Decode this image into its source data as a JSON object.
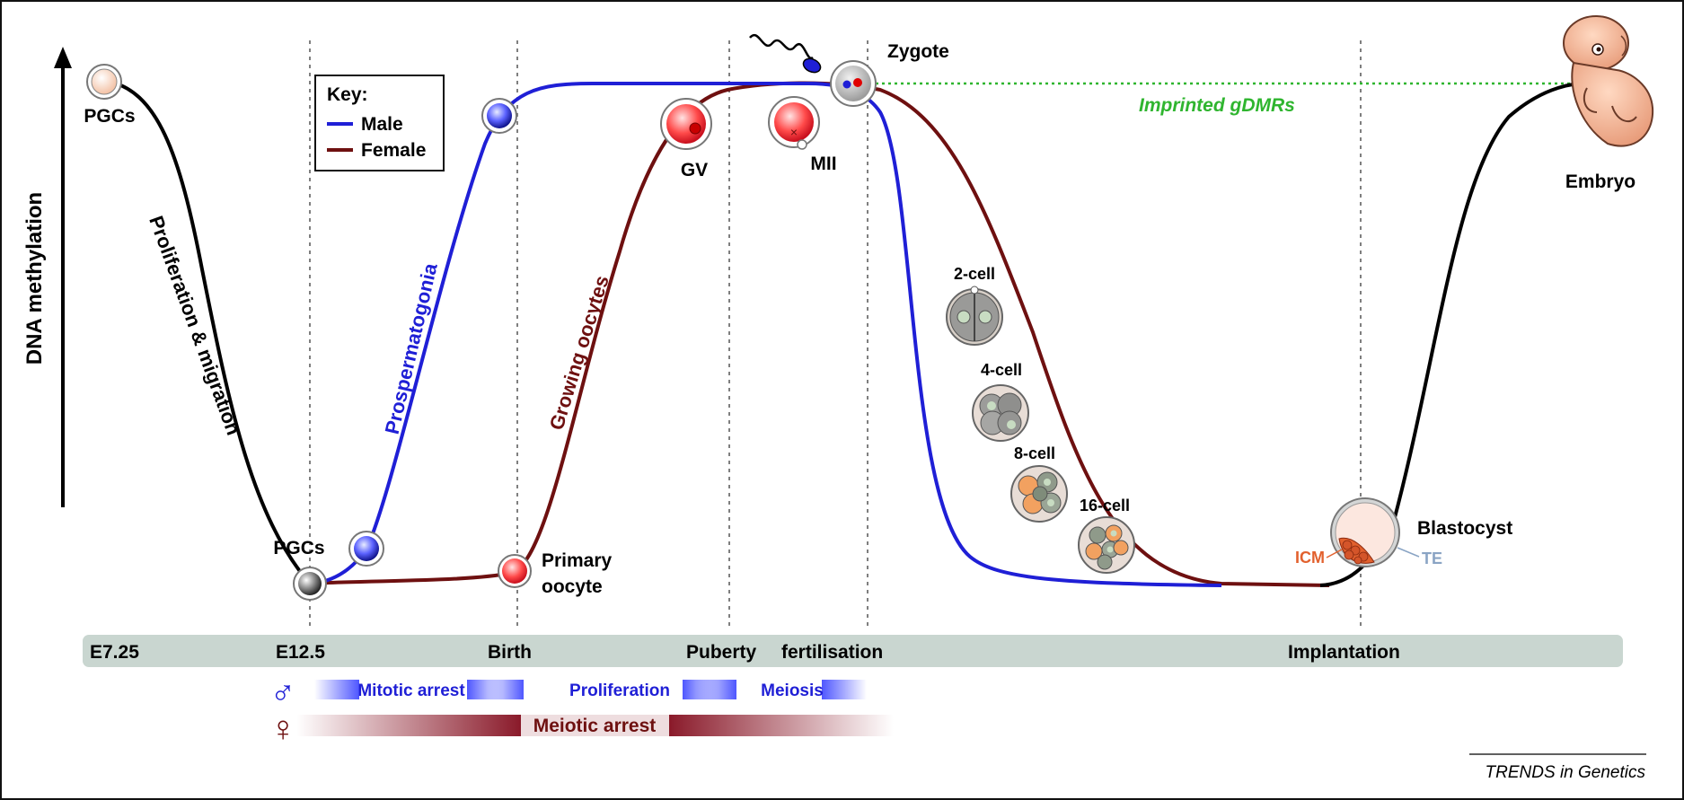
{
  "y_axis_label": "DNA methylation",
  "timeline": [
    "E7.25",
    "E12.5",
    "Birth",
    "Puberty",
    "fertilisation",
    "Implantation"
  ],
  "key": {
    "title": "Key:",
    "male": "Male",
    "female": "Female"
  },
  "colors": {
    "male": "#1f1fd6",
    "female": "#6e1010",
    "common": "#000000",
    "imprint": "#2fb52f",
    "timeline_bar": "#c9d6d0"
  },
  "cells": {
    "pgcs_start": "PGCs",
    "pgcs_mid": "PGCs",
    "primary_oocyte": "Primary\noocyte",
    "gv": "GV",
    "mii": "MII",
    "zygote": "Zygote",
    "two_cell": "2-cell",
    "four_cell": "4-cell",
    "eight_cell": "8-cell",
    "sixteen_cell": "16-cell",
    "blastocyst": "Blastocyst",
    "icm": "ICM",
    "te": "TE",
    "embryo": "Embryo"
  },
  "curve_labels": {
    "proliferation_migration": "Proliferation & migration",
    "prospermatogonia": "Prospermatogonia",
    "growing_oocytes": "Growing oocytes",
    "imprinted": "Imprinted gDMRs"
  },
  "phases": {
    "male_symbol": "♂",
    "female_symbol": "♀",
    "mitotic_arrest": "Mitotic arrest",
    "proliferation": "Proliferation",
    "meiosis": "Meiosis",
    "meiotic_arrest": "Meiotic arrest"
  },
  "credit": "TRENDS in Genetics"
}
